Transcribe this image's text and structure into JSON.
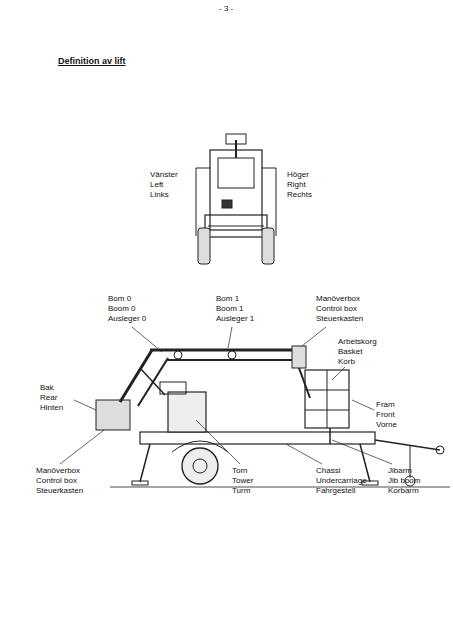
{
  "diagram": {
    "title": "Definition av lift",
    "labels": [
      "- 3 -",
      "Vänster",
      "Left",
      "Links",
      "Höger",
      "Right",
      "Rechts",
      "Bom 0",
      "Boom 0",
      "Ausleger 0",
      "Bom 1",
      "Boom 1",
      "Ausleger 1",
      "Manöverbox",
      "Control box",
      "Steuerkasten",
      "Arbetskorg",
      "Basket",
      "Korb",
      "Bak",
      "Rear",
      "Hinten",
      "Fram",
      "Front",
      "Vorne",
      "Manöverbox",
      "Control box",
      "Steuerkasten",
      "Torn",
      "Tower",
      "Turm",
      "Chassi",
      "Undercarriage",
      "Fahrgestell",
      "Jibarm",
      "Jib boom",
      "Korbarm"
    ]
  }
}
